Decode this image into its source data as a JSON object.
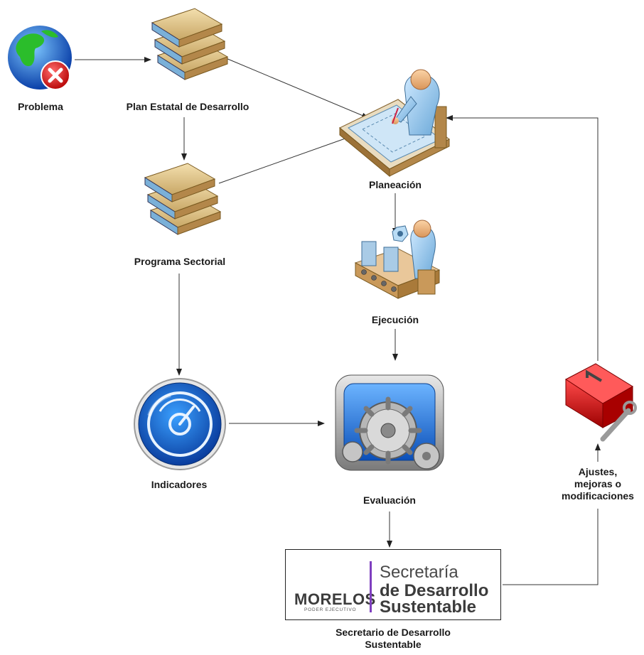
{
  "nodes": {
    "problema": {
      "label": "Problema",
      "icon": "globe-error-icon"
    },
    "plan_estatal": {
      "label": "Plan Estatal de Desarrollo",
      "icon": "books-icon"
    },
    "programa_sectorial": {
      "label": "Programa Sectorial",
      "icon": "books-icon"
    },
    "planeacion": {
      "label": "Planeación",
      "icon": "planner-desk-icon"
    },
    "ejecucion": {
      "label": "Ejecución",
      "icon": "assembly-line-icon"
    },
    "indicadores": {
      "label": "Indicadores",
      "icon": "gauge-icon"
    },
    "evaluacion": {
      "label": "Evaluación",
      "icon": "gears-icon"
    },
    "ajustes": {
      "lines": [
        "Ajustes,",
        "mejoras o",
        "modificaciones"
      ],
      "icon": "toolbox-icon"
    },
    "secretario": {
      "lines": [
        "Secretario de Desarrollo",
        "Sustentable"
      ]
    }
  },
  "logo": {
    "morelos": "MORELOS",
    "poder": "PODER EJECUTIVO",
    "line1": "Secretaría",
    "line2": "de Desarrollo",
    "line3": "Sustentable",
    "accent": "#7f3fbf"
  },
  "colors": {
    "line": "#333333",
    "label": "#1a1a1a"
  }
}
